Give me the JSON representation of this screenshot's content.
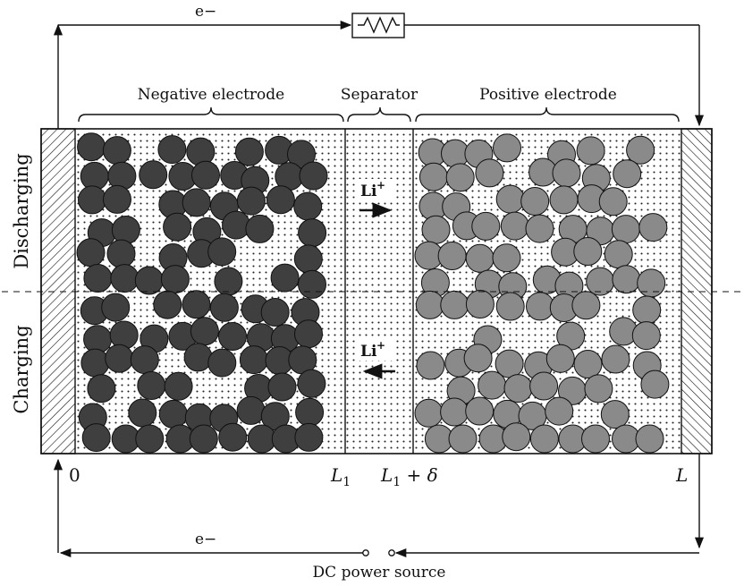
{
  "top": {
    "electron_label": "e−"
  },
  "bottom": {
    "electron_label": "e−",
    "power_source_label": "DC power source"
  },
  "regions": {
    "negative_label": "Negative electrode",
    "separator_label": "Separator",
    "positive_label": "Positive electrode"
  },
  "modes": {
    "discharging_label": "Discharging",
    "charging_label": "Charging"
  },
  "ion": {
    "label": "Li",
    "charge": "+"
  },
  "axis": {
    "origin": "0",
    "l1": "L",
    "l1_sub": "1",
    "l1_delta_suffix": " + δ",
    "l": "L"
  },
  "colors": {
    "negative_particles": "#3f3f3f",
    "positive_particles": "#8a8a8a",
    "outline": "#111111",
    "dots": "#222222"
  },
  "icons": [
    "resistor-icon",
    "arrow-right-icon",
    "arrow-left-icon"
  ]
}
